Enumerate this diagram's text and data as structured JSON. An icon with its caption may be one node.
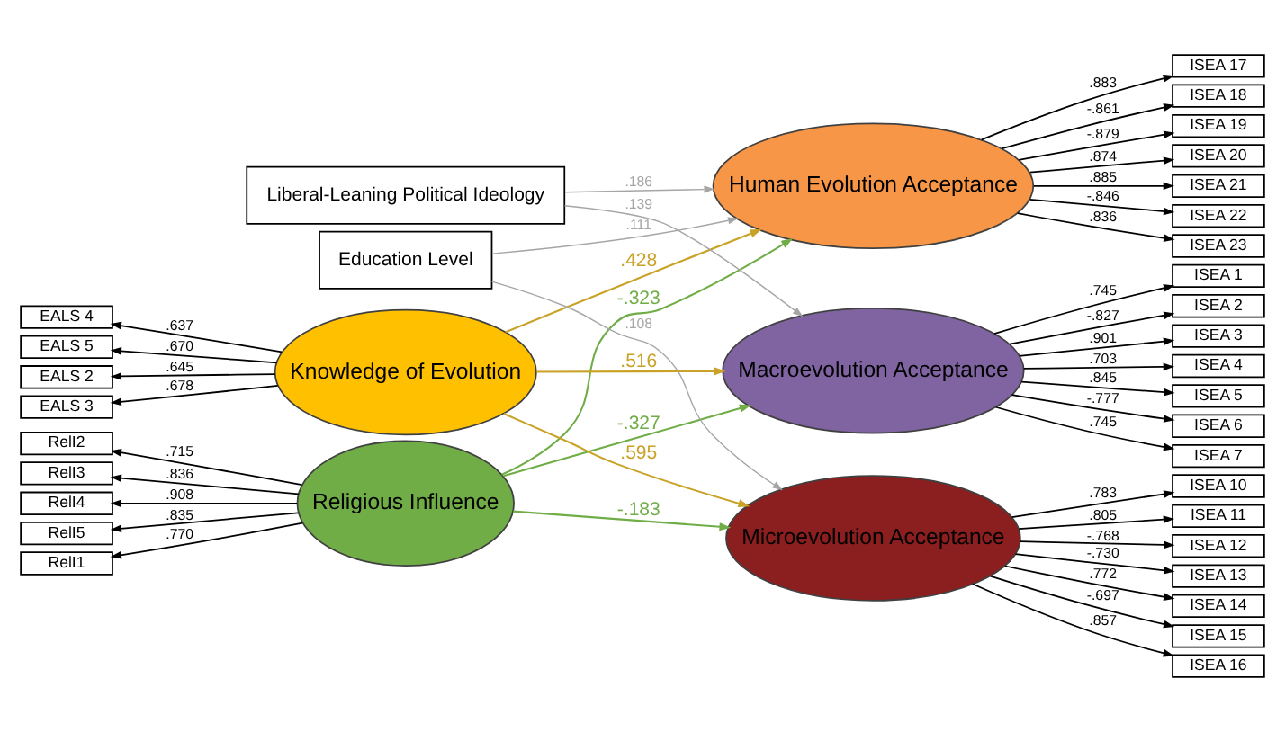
{
  "diagram": {
    "nodes": [
      {
        "text": [
          "Religious Influence"
        ]
      },
      {
        "text": [
          "Knowledge of Evolution"
        ]
      },
      {
        "text": [
          "Macroevolution Acceptance"
        ]
      },
      {
        "text": [
          "Microevolution Acceptance"
        ]
      },
      {
        "text": [
          "Human Evolution Acceptance"
        ]
      },
      {
        "text": [
          "Liberal-Leaning Political Ideology"
        ]
      },
      {
        "text": [
          "Education Level"
        ]
      },
      {
        "text": [
          "RelI1"
        ]
      },
      {
        "text": [
          "RelI2"
        ]
      },
      {
        "text": [
          "RelI3"
        ]
      },
      {
        "text": [
          "RelI4"
        ]
      },
      {
        "text": [
          "RelI5"
        ]
      },
      {
        "text": [
          "EALS 2"
        ]
      },
      {
        "text": [
          "EALS 3"
        ]
      },
      {
        "text": [
          "EALS 4"
        ]
      },
      {
        "text": [
          "EALS 5"
        ]
      },
      {
        "text": [
          "ISEA 1"
        ]
      },
      {
        "text": [
          "ISEA 2"
        ]
      },
      {
        "text": [
          "ISEA 3"
        ]
      },
      {
        "text": [
          "ISEA 4"
        ]
      },
      {
        "text": [
          "ISEA 5"
        ]
      },
      {
        "text": [
          "ISEA 6"
        ]
      },
      {
        "text": [
          "ISEA 7"
        ]
      },
      {
        "text": [
          "ISEA 10"
        ]
      },
      {
        "text": [
          "ISEA 11"
        ]
      },
      {
        "text": [
          "ISEA 12"
        ]
      },
      {
        "text": [
          "ISEA 13"
        ]
      },
      {
        "text": [
          "ISEA 14"
        ]
      },
      {
        "text": [
          "ISEA 15"
        ]
      },
      {
        "text": [
          "ISEA 16"
        ]
      },
      {
        "text": [
          "ISEA 17"
        ]
      },
      {
        "text": [
          "ISEA 18"
        ]
      },
      {
        "text": [
          "ISEA 19"
        ]
      },
      {
        "text": [
          "ISEA 20"
        ]
      },
      {
        "text": [
          "ISEA 21"
        ]
      },
      {
        "text": [
          "ISEA 22"
        ]
      },
      {
        "text": [
          "ISEA 23"
        ]
      }
    ],
    "edges": [
      {
        "from": 0,
        "to": 7,
        "arrow": "to",
        "label": ".770"
      },
      {
        "from": 0,
        "to": 8,
        "arrow": "to",
        "label": ".715"
      },
      {
        "from": 0,
        "to": 9,
        "arrow": "to",
        "label": ".836"
      },
      {
        "from": 0,
        "to": 10,
        "arrow": "to",
        "label": ".908"
      },
      {
        "from": 0,
        "to": 11,
        "arrow": "to",
        "label": ".835"
      },
      {
        "from": 1,
        "to": 12,
        "arrow": "to",
        "label": ".645"
      },
      {
        "from": 1,
        "to": 13,
        "arrow": "to",
        "label": ".678"
      },
      {
        "from": 1,
        "to": 14,
        "arrow": "to",
        "label": ".637"
      },
      {
        "from": 1,
        "to": 15,
        "arrow": "to",
        "label": ".670"
      },
      {
        "from": 0,
        "to": 2,
        "arrow": "to",
        "label": "-.327",
        "color": "#70ad47"
      },
      {
        "from": 0,
        "to": 3,
        "arrow": "to",
        "label": "-.183",
        "color": "#70ad47"
      },
      {
        "from": 0,
        "to": 4,
        "arrow": "to",
        "label": "-.323",
        "color": "#70ad47"
      },
      {
        "from": 1,
        "to": 2,
        "arrow": "to",
        "label": ".516",
        "color": "#c9a227"
      },
      {
        "from": 1,
        "to": 3,
        "arrow": "to",
        "label": ".595",
        "color": "#c9a227"
      },
      {
        "from": 1,
        "to": 4,
        "arrow": "to",
        "label": ".428",
        "color": "#c9a227"
      },
      {
        "from": 5,
        "to": 2,
        "arrow": "to",
        "label": ".139",
        "color": "#a6a6a6"
      },
      {
        "from": 5,
        "to": 4,
        "arrow": "to",
        "label": ".186",
        "color": "#a6a6a6"
      },
      {
        "from": 6,
        "to": 3,
        "arrow": "to",
        "label": ".108",
        "color": "#a6a6a6"
      },
      {
        "from": 6,
        "to": 4,
        "arrow": "to",
        "label": ".111",
        "color": "#a6a6a6"
      },
      {
        "from": 2,
        "to": 16,
        "arrow": "to",
        "label": ".745"
      },
      {
        "from": 2,
        "to": 17,
        "arrow": "to",
        "label": "-.827"
      },
      {
        "from": 2,
        "to": 18,
        "arrow": "to",
        "label": ".901"
      },
      {
        "from": 2,
        "to": 19,
        "arrow": "to",
        "label": ".703"
      },
      {
        "from": 2,
        "to": 20,
        "arrow": "to",
        "label": ".845"
      },
      {
        "from": 2,
        "to": 21,
        "arrow": "to",
        "label": "-.777"
      },
      {
        "from": 2,
        "to": 22,
        "arrow": "to",
        "label": ".745"
      },
      {
        "from": 3,
        "to": 23,
        "arrow": "to",
        "label": ".783"
      },
      {
        "from": 3,
        "to": 24,
        "arrow": "to",
        "label": ".805"
      },
      {
        "from": 3,
        "to": 25,
        "arrow": "to",
        "label": "-.768"
      },
      {
        "from": 3,
        "to": 26,
        "arrow": "to",
        "label": "-.730"
      },
      {
        "from": 3,
        "to": 27,
        "arrow": "to",
        "label": ".772"
      },
      {
        "from": 3,
        "to": 28,
        "arrow": "to",
        "label": "-.697"
      },
      {
        "from": 3,
        "to": 29,
        "arrow": "to",
        "label": ".857"
      },
      {
        "from": 4,
        "to": 30,
        "arrow": "to",
        "label": ".883"
      },
      {
        "from": 4,
        "to": 31,
        "arrow": "to",
        "label": "-.861"
      },
      {
        "from": 4,
        "to": 32,
        "arrow": "to",
        "label": "-.879"
      },
      {
        "from": 4,
        "to": 33,
        "arrow": "to",
        "label": ".874"
      },
      {
        "from": 4,
        "to": 34,
        "arrow": "to",
        "label": ".885"
      },
      {
        "from": 4,
        "to": 35,
        "arrow": "to",
        "label": "-.846"
      },
      {
        "from": 4,
        "to": 36,
        "arrow": "to",
        "label": ".836"
      }
    ]
  }
}
